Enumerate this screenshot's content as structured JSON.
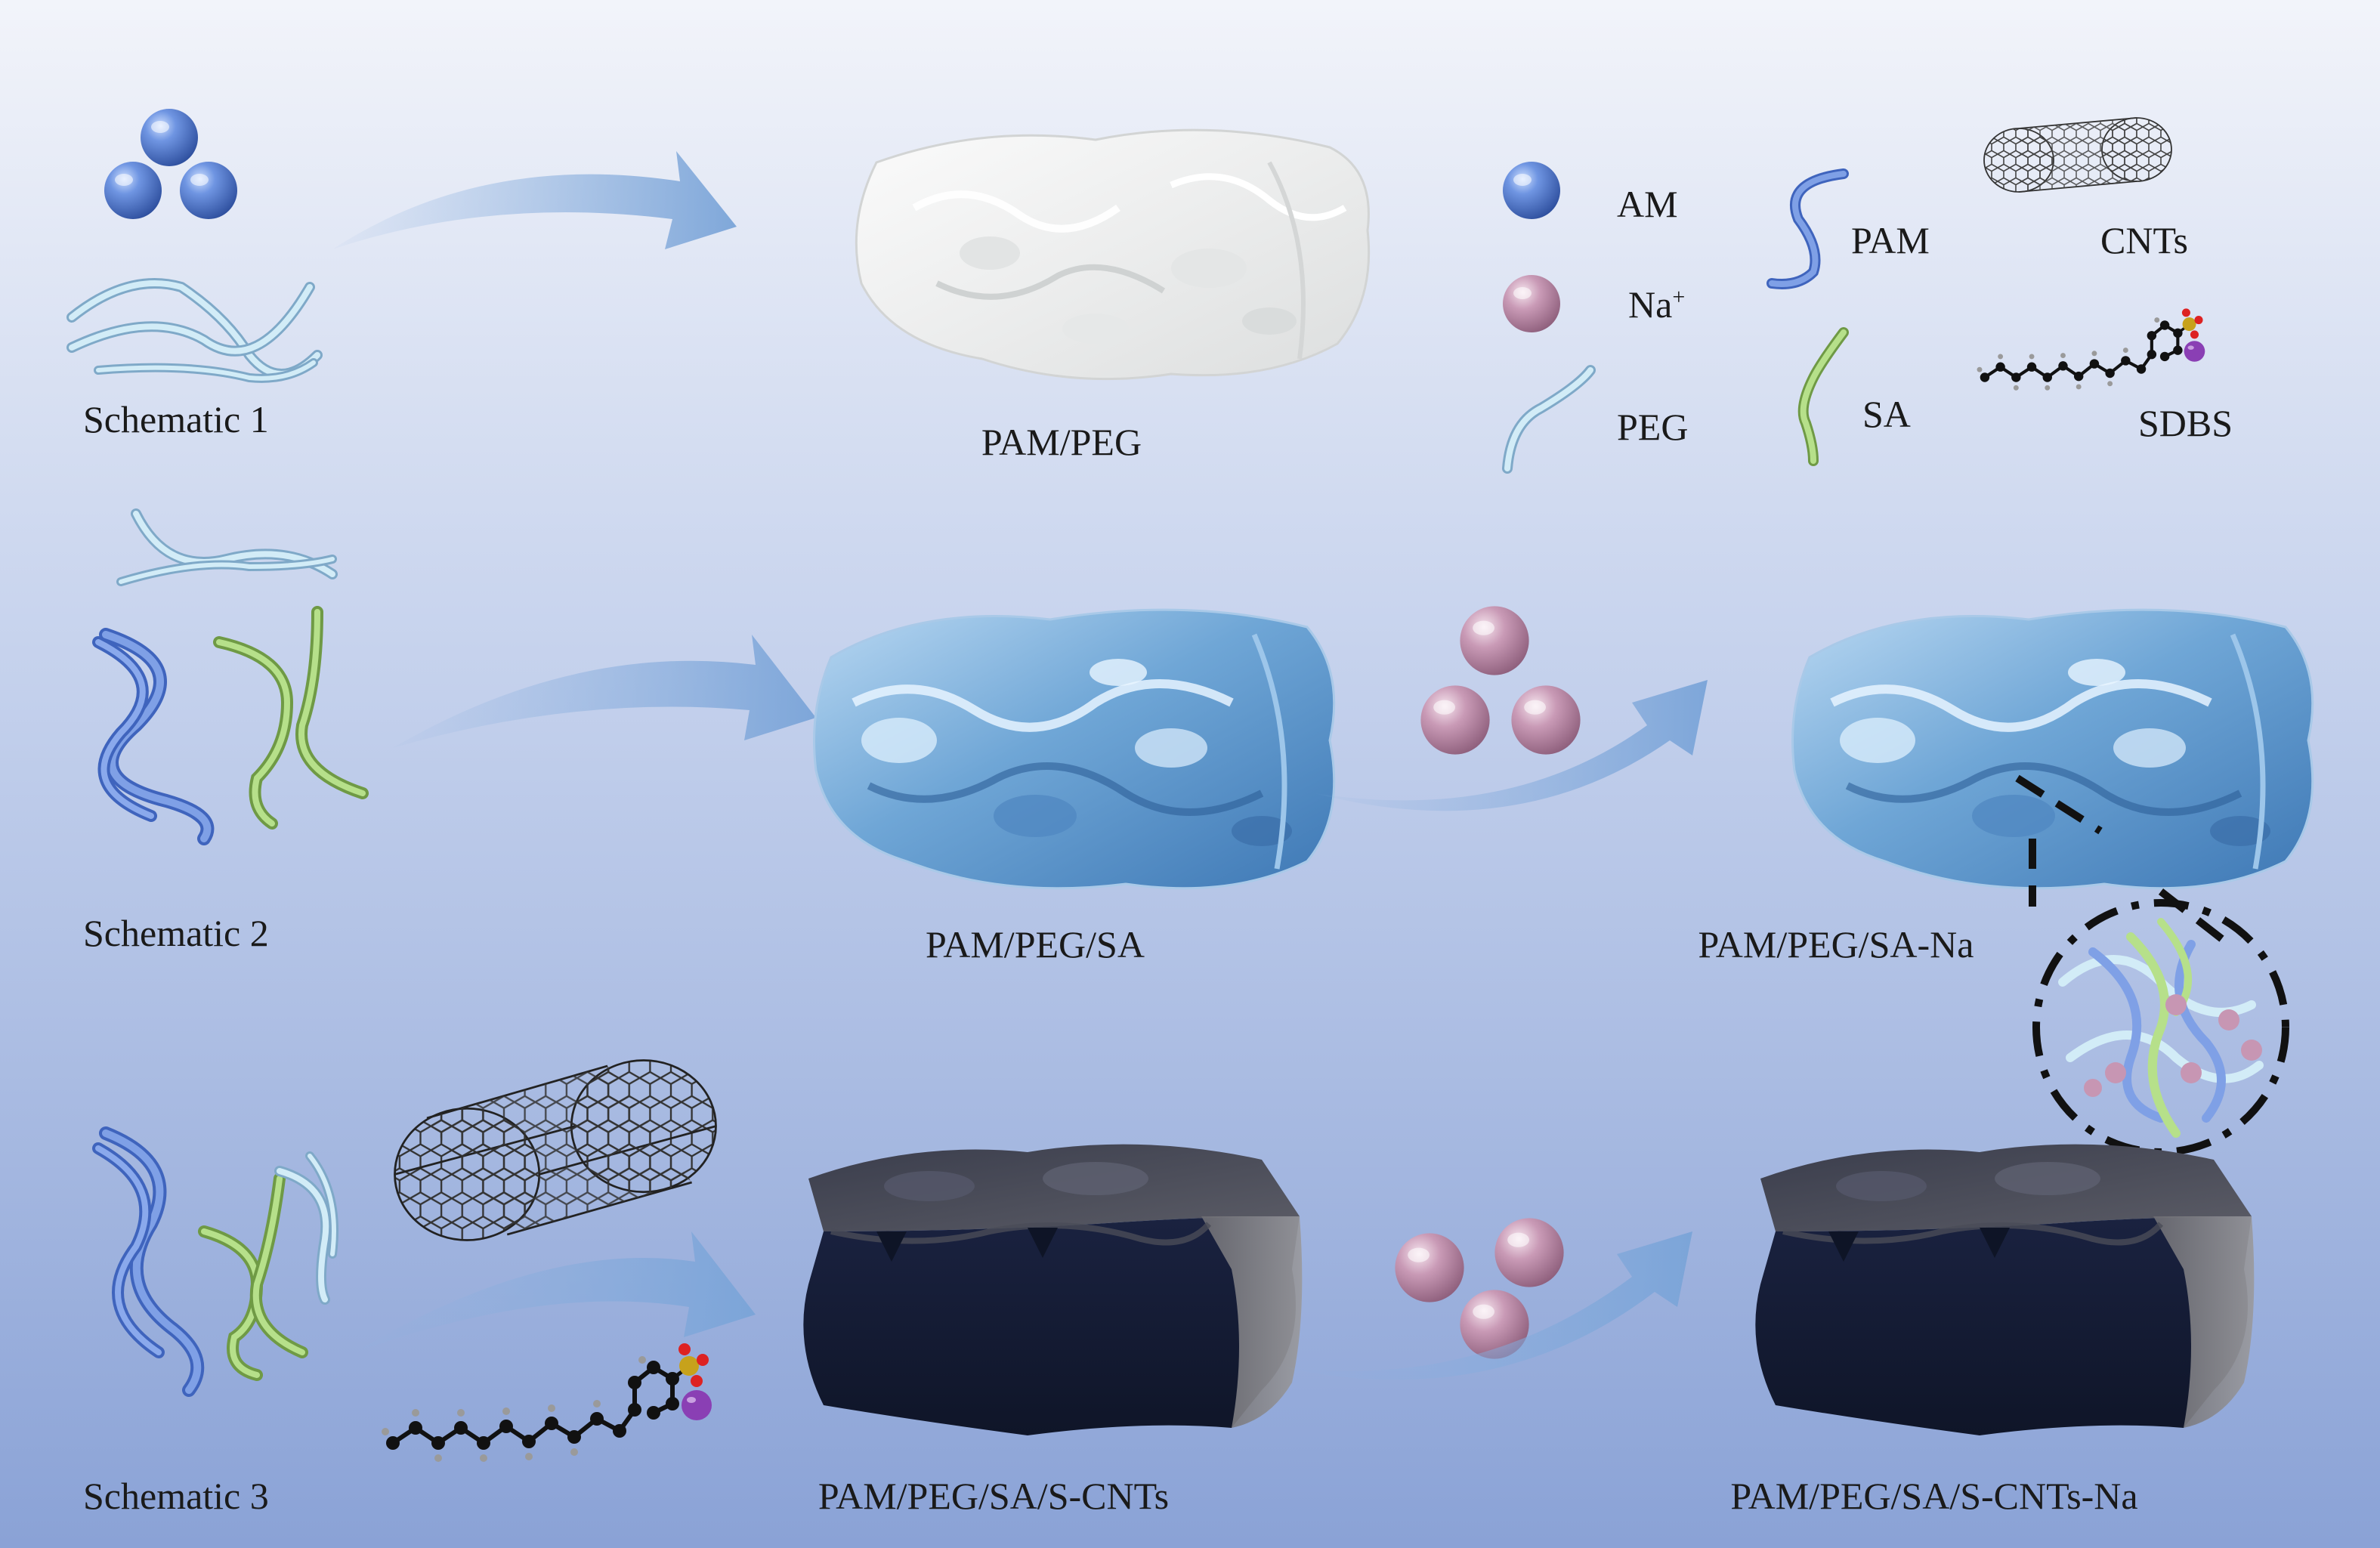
{
  "rows": [
    {
      "schematic": "Schematic 1",
      "product": "PAM/PEG"
    },
    {
      "schematic": "Schematic 2",
      "product": "PAM/PEG/SA",
      "product_na": "PAM/PEG/SA-Na"
    },
    {
      "schematic": "Schematic 3",
      "product": "PAM/PEG/SA/S-CNTs",
      "product_na": "PAM/PEG/SA/S-CNTs-Na"
    }
  ],
  "legend": {
    "am": "AM",
    "na": "Na",
    "na_sup": "+",
    "peg": "PEG",
    "pam": "PAM",
    "sa": "SA",
    "cnts": "CNTs",
    "sdbs": "SDBS"
  },
  "colors": {
    "background_top": "#f1f3f9",
    "background_bottom": "#8fa6d8",
    "am_sphere": "#4f78cc",
    "na_sphere": "#c796b3",
    "pam_chain": "#6d8fdc",
    "peg_chain": "#b8d8ea",
    "sa_chain": "#a9d27c",
    "arrow": "#7ea7da",
    "gel_clear": "#f5f5f5",
    "gel_blue": "#7fb3de",
    "gel_dark": "#1d2440"
  },
  "icons": [
    "sphere-icon",
    "polymer-chain-icon",
    "nanotube-icon",
    "molecule-icon",
    "gel-block-icon",
    "arrow-icon",
    "zoom-circle-icon"
  ]
}
